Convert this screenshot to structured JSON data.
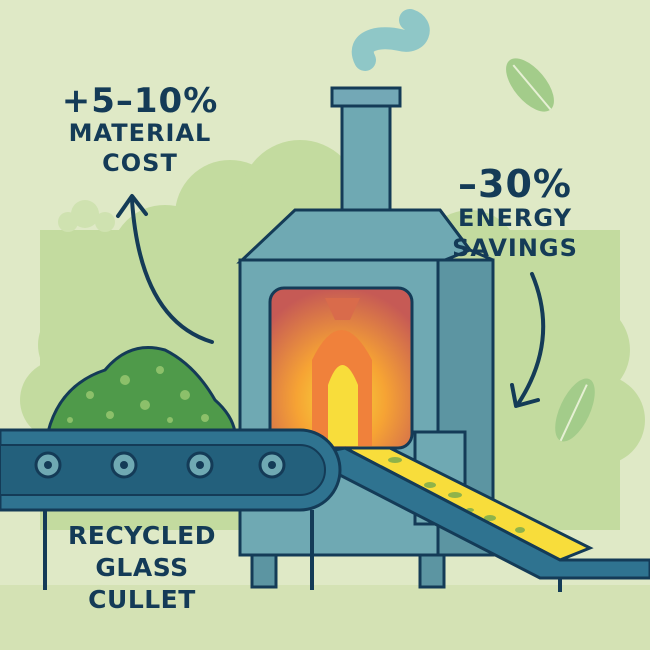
{
  "colors": {
    "background": "#dfe9c6",
    "ink": "#143b57",
    "furnace": "#6fa9b3",
    "conveyor": "#2f7390",
    "fire_outer": "#e8583b",
    "fire_inner": "#f8dd3b",
    "cullet_green": "#4f9a4a",
    "leaf": "#a3cc8a"
  },
  "cost_callout": {
    "value": "+5–10%",
    "line1": "MATERIAL",
    "line2": "COST",
    "arrow_icon": "curved-arrow-up-icon"
  },
  "energy_callout": {
    "value": "–30%",
    "line1": "ENERGY",
    "line2": "SAVINGS",
    "arrow_icon": "curved-arrow-down-icon"
  },
  "cullet_label": {
    "line1": "RECYCLED",
    "line2": "GLASS",
    "line3": "CULLET"
  },
  "icons": [
    "leaf-icon",
    "smoke-icon",
    "furnace-icon",
    "conveyor-icon",
    "glass-pile-icon"
  ]
}
